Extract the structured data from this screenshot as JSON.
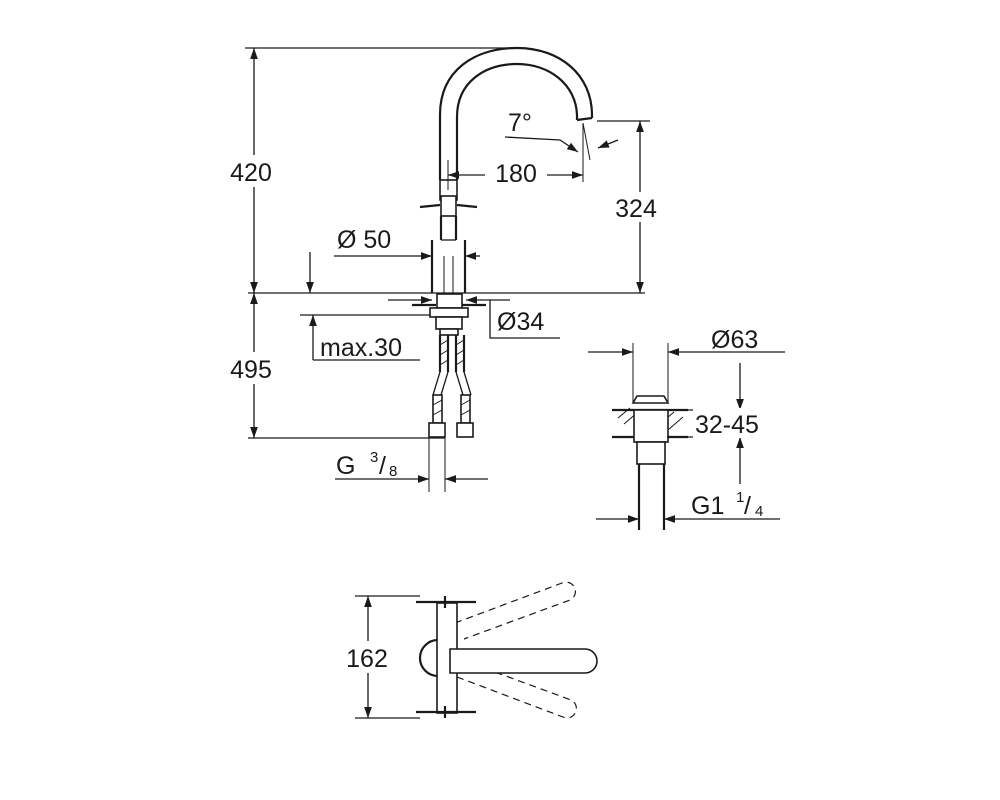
{
  "colors": {
    "line": "#1a1a1a",
    "background": "#ffffff"
  },
  "dimensions": {
    "height_total": "420",
    "spout_reach": "180",
    "spout_angle": "7°",
    "spout_height": "324",
    "base_diameter": "Ø 50",
    "hole_diameter": "Ø34",
    "below_deck": "495",
    "max_deck": "max.30",
    "connection": {
      "prefix": "G",
      "num": "3",
      "den": "8"
    },
    "drain_diameter": "Ø63",
    "drain_range": "32-45",
    "drain_thread": {
      "prefix": "G1",
      "num": "1",
      "den": "4"
    },
    "handle_span": "162"
  }
}
